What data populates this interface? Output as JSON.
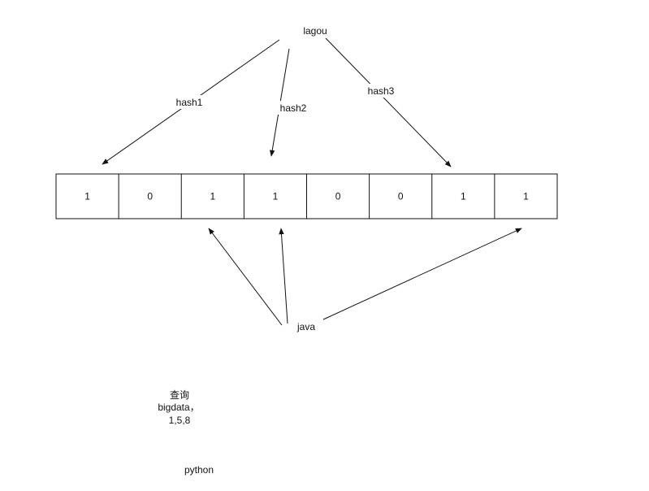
{
  "nodes": {
    "lagou": "lagou",
    "java": "java",
    "python": "python",
    "query_line1": "查询",
    "query_line2": "bigdata，",
    "query_line3": "1,5,8"
  },
  "edge_labels": {
    "hash1": "hash1",
    "hash2": "hash2",
    "hash3": "hash3"
  },
  "bit_array": [
    "1",
    "0",
    "1",
    "1",
    "0",
    "0",
    "1",
    "1"
  ],
  "colors": {
    "stroke": "#111111",
    "background": "#ffffff"
  }
}
